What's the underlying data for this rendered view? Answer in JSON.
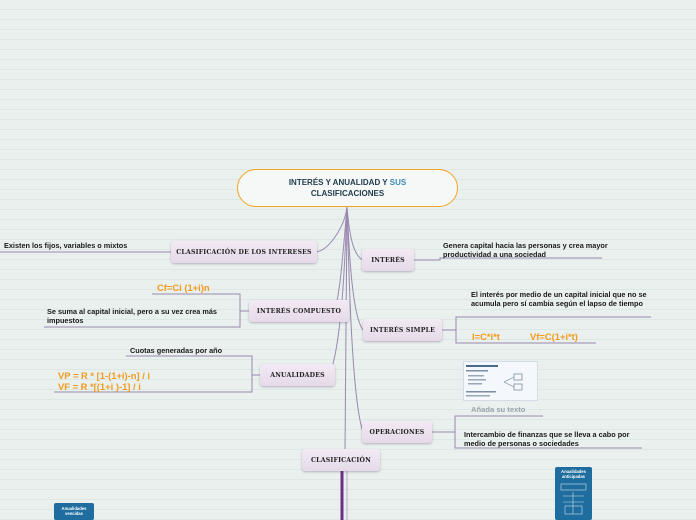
{
  "central": {
    "line1": "INTERÉS Y ANUALIDAD Y ",
    "line1_highlight": "SUS",
    "line2": "CLASIFICACIONES"
  },
  "nodes": {
    "clasificacion_intereses": "CLASIFICACIÓN DE LOS INTERESES",
    "interes_compuesto": "INTERÉS COMPUESTO",
    "anualidades": "ANUALIDADES",
    "clasificacion": "CLASIFICACIÓN",
    "interes": "INTERÉS",
    "interes_simple": "INTERÉS SIMPLE",
    "operaciones": "OPERACIONES"
  },
  "texts": {
    "fijos": "Existen los fijos, variables o mixtos",
    "compuesto_desc": "Se suma al capital inicial, pero a su vez crea más impuestos",
    "anualidades_desc": "Cuotas generadas por año",
    "interes_desc": "Genera capital hacia las personas y crea mayor productividad a una sociedad",
    "simple_desc": "El interés por medio de un capital inicial que no se acumula pero sí cambia según el lapso de tiempo",
    "operaciones_desc": "Intercambio de finanzas que se lleva a cabo por medio de personas o sociedades",
    "add_text": "Añada su texto"
  },
  "formulas": {
    "compuesto": "Cf=Ci (1+i)n",
    "vp": "VP = R * [1-(1+i)-n] / i",
    "vf": "VF = R *[(1+i )-1] / i",
    "simple_1": "I=C*i*t",
    "simple_2": "Vf=C(1+i*t)"
  },
  "cards": {
    "left": "Anualidades vencidas",
    "right": "Anualidades anticipadas"
  },
  "colors": {
    "link": "#9b88b0",
    "trunk": "#6a2f86",
    "formula": "#f29a1d",
    "central_border": "#f2a524"
  }
}
